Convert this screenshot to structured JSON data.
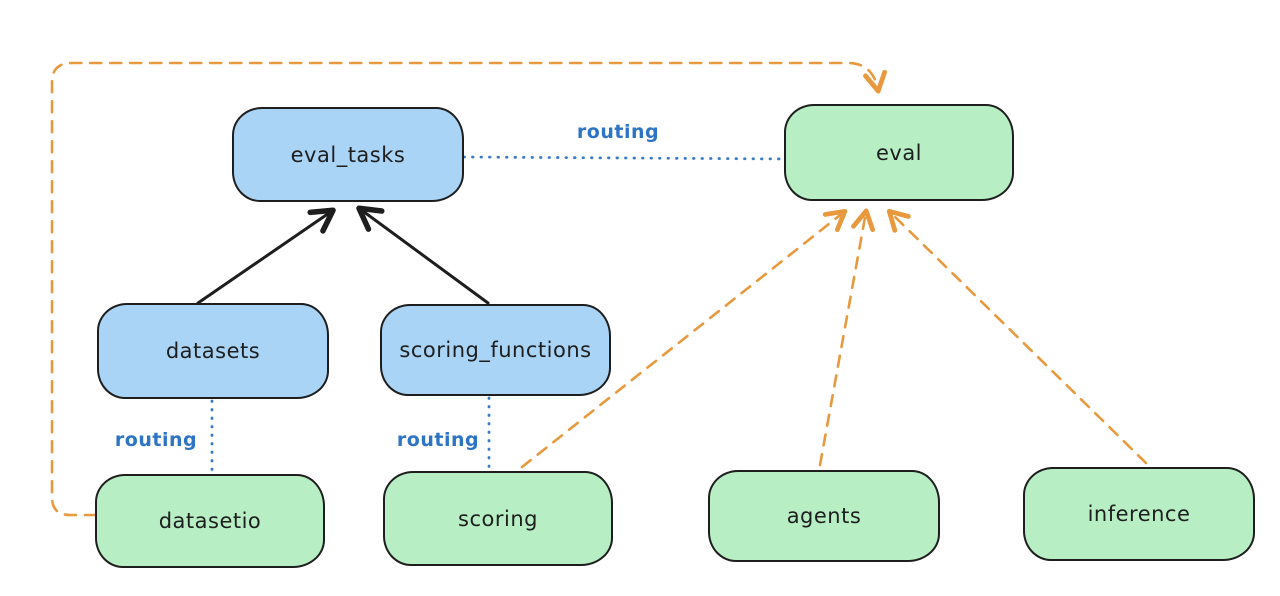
{
  "diagram": {
    "background": "#ffffff",
    "colors": {
      "node_stroke": "#1e1e1e",
      "node_fill_blue": "#a9d4f5",
      "node_fill_green": "#b7eec3",
      "routing_edge_blue": "#3a7bc8",
      "routing_label_blue": "#2e74c4",
      "provider_edge_orange": "#e8993e",
      "dependency_edge_black": "#1e1e1e"
    },
    "nodes": [
      {
        "id": "eval_tasks",
        "label": "eval_tasks",
        "fill": "#a9d4f5"
      },
      {
        "id": "eval",
        "label": "eval",
        "fill": "#b7eec3"
      },
      {
        "id": "datasets",
        "label": "datasets",
        "fill": "#a9d4f5"
      },
      {
        "id": "scoring_functions",
        "label": "scoring_functions",
        "fill": "#a9d4f5"
      },
      {
        "id": "datasetio",
        "label": "datasetio",
        "fill": "#b7eec3"
      },
      {
        "id": "scoring",
        "label": "scoring",
        "fill": "#b7eec3"
      },
      {
        "id": "agents",
        "label": "agents",
        "fill": "#b7eec3"
      },
      {
        "id": "inference",
        "label": "inference",
        "fill": "#b7eec3"
      }
    ],
    "edges": [
      {
        "from": "eval_tasks",
        "to": "eval",
        "style": "dotted",
        "color": "#3a7bc8",
        "label": "routing"
      },
      {
        "from": "datasets",
        "to": "datasetio",
        "style": "dotted",
        "color": "#3a7bc8",
        "label": "routing"
      },
      {
        "from": "scoring_functions",
        "to": "scoring",
        "style": "dotted",
        "color": "#3a7bc8",
        "label": "routing"
      },
      {
        "from": "datasets",
        "to": "eval_tasks",
        "style": "solid-arrow",
        "color": "#1e1e1e",
        "label": ""
      },
      {
        "from": "scoring_functions",
        "to": "eval_tasks",
        "style": "solid-arrow",
        "color": "#1e1e1e",
        "label": ""
      },
      {
        "from": "datasetio",
        "to": "eval",
        "style": "dashed-arrow",
        "color": "#e8993e",
        "label": ""
      },
      {
        "from": "scoring",
        "to": "eval",
        "style": "dashed-arrow",
        "color": "#e8993e",
        "label": ""
      },
      {
        "from": "agents",
        "to": "eval",
        "style": "dashed-arrow",
        "color": "#e8993e",
        "label": ""
      },
      {
        "from": "inference",
        "to": "eval",
        "style": "dashed-arrow",
        "color": "#e8993e",
        "label": ""
      }
    ]
  }
}
